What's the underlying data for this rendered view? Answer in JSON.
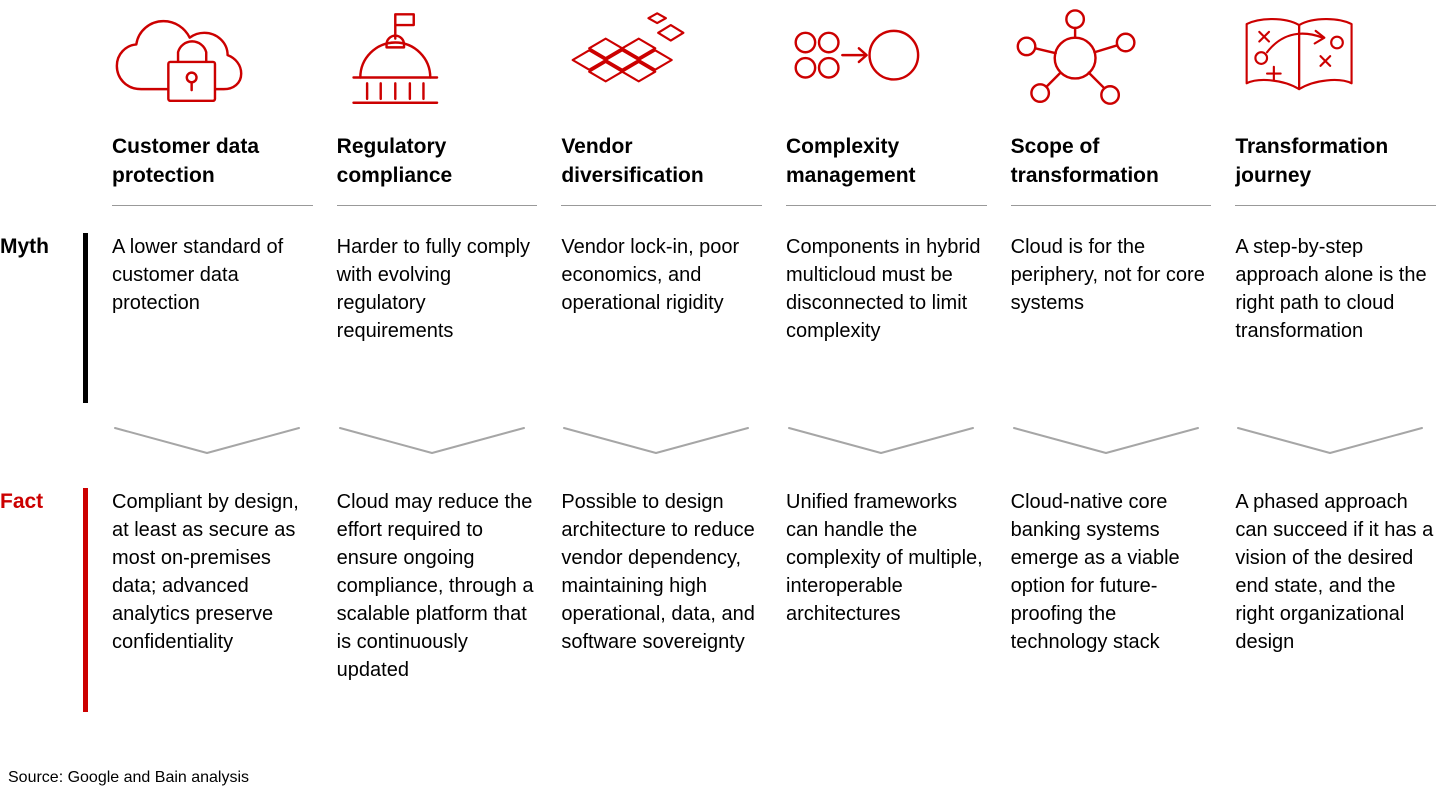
{
  "colors": {
    "accent_red": "#cc0000",
    "rule_gray": "#999999",
    "chevron_gray": "#a6a6a6",
    "text_black": "#000000"
  },
  "row_labels": {
    "myth": "Myth",
    "fact": "Fact"
  },
  "columns": [
    {
      "icon": "cloud-lock-icon",
      "title": "Customer data protection",
      "myth": "A lower standard of customer data protection",
      "fact": "Compliant by design, at least as secure as most on-premises data; advanced analytics preserve confidentiality"
    },
    {
      "icon": "capitol-dome-icon",
      "title": "Regulatory compliance",
      "myth": "Harder to fully comply with evolving regulatory requirements",
      "fact": "Cloud may reduce the effort required to ensure ongoing compliance, through a scalable platform that is continuously updated"
    },
    {
      "icon": "scattered-diamonds-icon",
      "title": "Vendor diversification",
      "myth": "Vendor lock-in, poor economics, and operational rigidity",
      "fact": "Possible to design architecture to reduce vendor dependency, maintaining high operational, data, and software sovereignty"
    },
    {
      "icon": "consolidation-arrow-icon",
      "title": "Complexity management",
      "myth": "Components in hybrid multicloud must be disconnected to limit complexity",
      "fact": "Unified frameworks can handle the complexity of multiple, interoperable architectures"
    },
    {
      "icon": "hub-spoke-icon",
      "title": "Scope of transformation",
      "myth": "Cloud is for the periphery, not for core systems",
      "fact": "Cloud-native core banking systems emerge as a viable option for future-proofing the technology stack"
    },
    {
      "icon": "strategy-map-icon",
      "title": "Transformation journey",
      "myth": "A step-by-step approach alone is the right path to cloud transformation",
      "fact": "A phased approach can succeed if it has a vision of the desired end state, and the right organizational design"
    }
  ],
  "source": "Source: Google and Bain analysis"
}
